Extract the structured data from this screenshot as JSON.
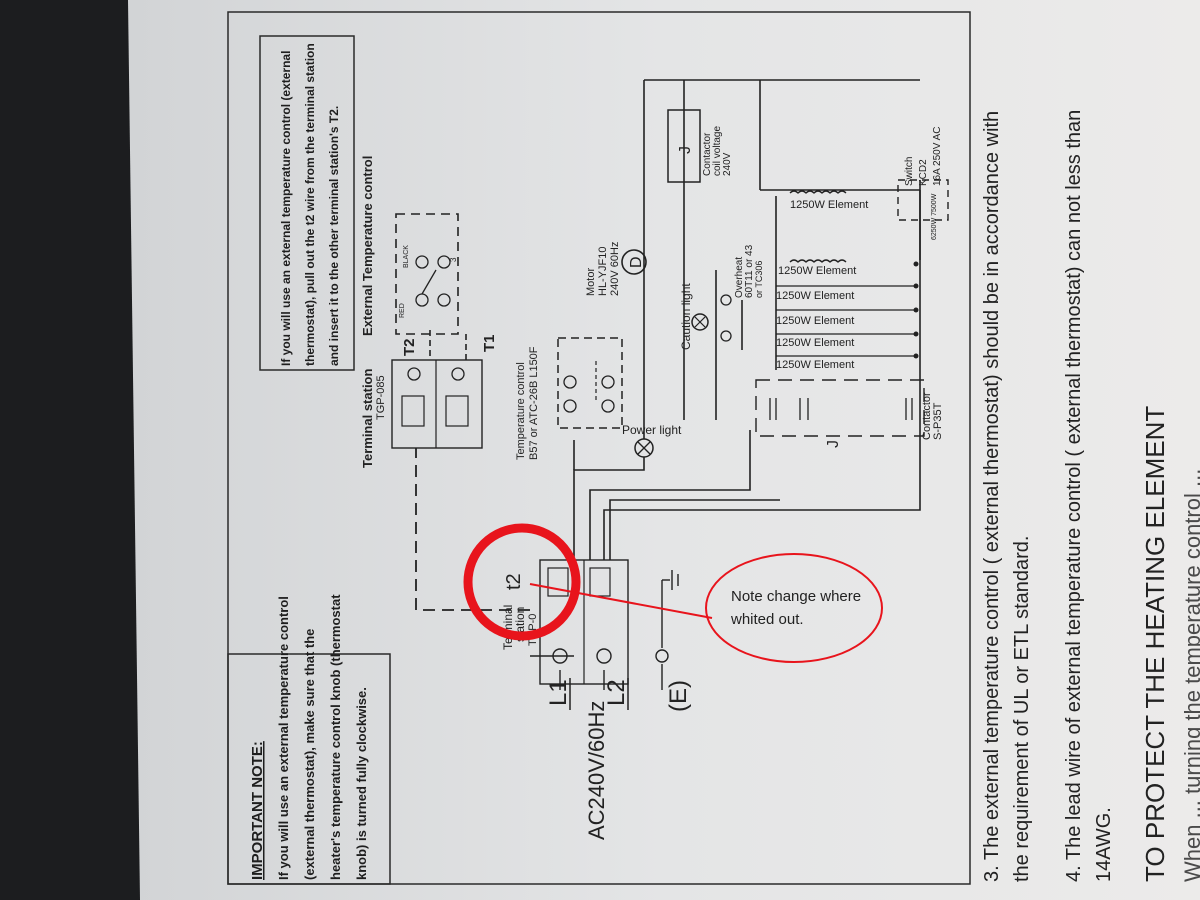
{
  "important_note": {
    "heading": "IMPORTANT NOTE:",
    "lines": [
      "If you will use an external temperature control",
      "(external thermostat), make sure that the",
      "heater's temperature control knob (thermostat",
      "knob) is turned fully clockwise."
    ]
  },
  "top_note": {
    "lines": [
      "If you will use an external temperature control (external",
      "thermostat), pull out the t2 wire from the terminal station",
      "and insert it to the other terminal station's T2."
    ]
  },
  "labels": {
    "supply": "AC240V/60Hz",
    "l1": "L1",
    "l2": "L2",
    "earth": "(E)",
    "terminal_station_small": [
      "Terminal",
      "station",
      "TGP-0"
    ],
    "t2_small": "t2",
    "terminal_station_top": "Terminal station",
    "terminal_station_top_model": "TGP-085",
    "external_temp_control": "External Temperature control",
    "red": "RED",
    "black": "BLACK",
    "pin3": "3",
    "t2": "T2",
    "t1": "T1",
    "temp_control": [
      "Temperature control",
      "B57 or ATC-26B  L150F"
    ],
    "power_light": "Power light",
    "motor": [
      "Motor",
      "HL-YJF10",
      "240V 60Hz"
    ],
    "motor_symbol": "D",
    "caution_light": "Caution light",
    "overheat": [
      "Overheat",
      "60T11 or 43",
      "or TC306"
    ],
    "contactor_coil": [
      "Contactor",
      "coil voltage",
      "240V"
    ],
    "coil_symbol": "J",
    "elements": [
      "1250W Element",
      "1250W Element",
      "1250W Element",
      "1250W Element",
      "1250W Element",
      "1250W Element"
    ],
    "switch": [
      "Switch",
      "KCD2",
      "16A 250V AC"
    ],
    "switch_ratings": "6250W  7500W",
    "contactor": [
      "Contactor",
      "S-P35T"
    ],
    "contactor_symbol": "J"
  },
  "callout": {
    "text_line1": "Note change where",
    "text_line2": "whited out.",
    "accent_color": "#e8141c"
  },
  "page_text": {
    "item3": [
      "3. The external temperature control ( external thermostat) should be in accordance with",
      "the requirement of UL or ETL standard."
    ],
    "item4": [
      "4. The lead wire of external temperature control ( external thermostat) can not less than",
      "14AWG."
    ],
    "section_heading": "TO PROTECT THE HEATING ELEMENT",
    "cut_line": "When ... turning the temperature control ..."
  }
}
